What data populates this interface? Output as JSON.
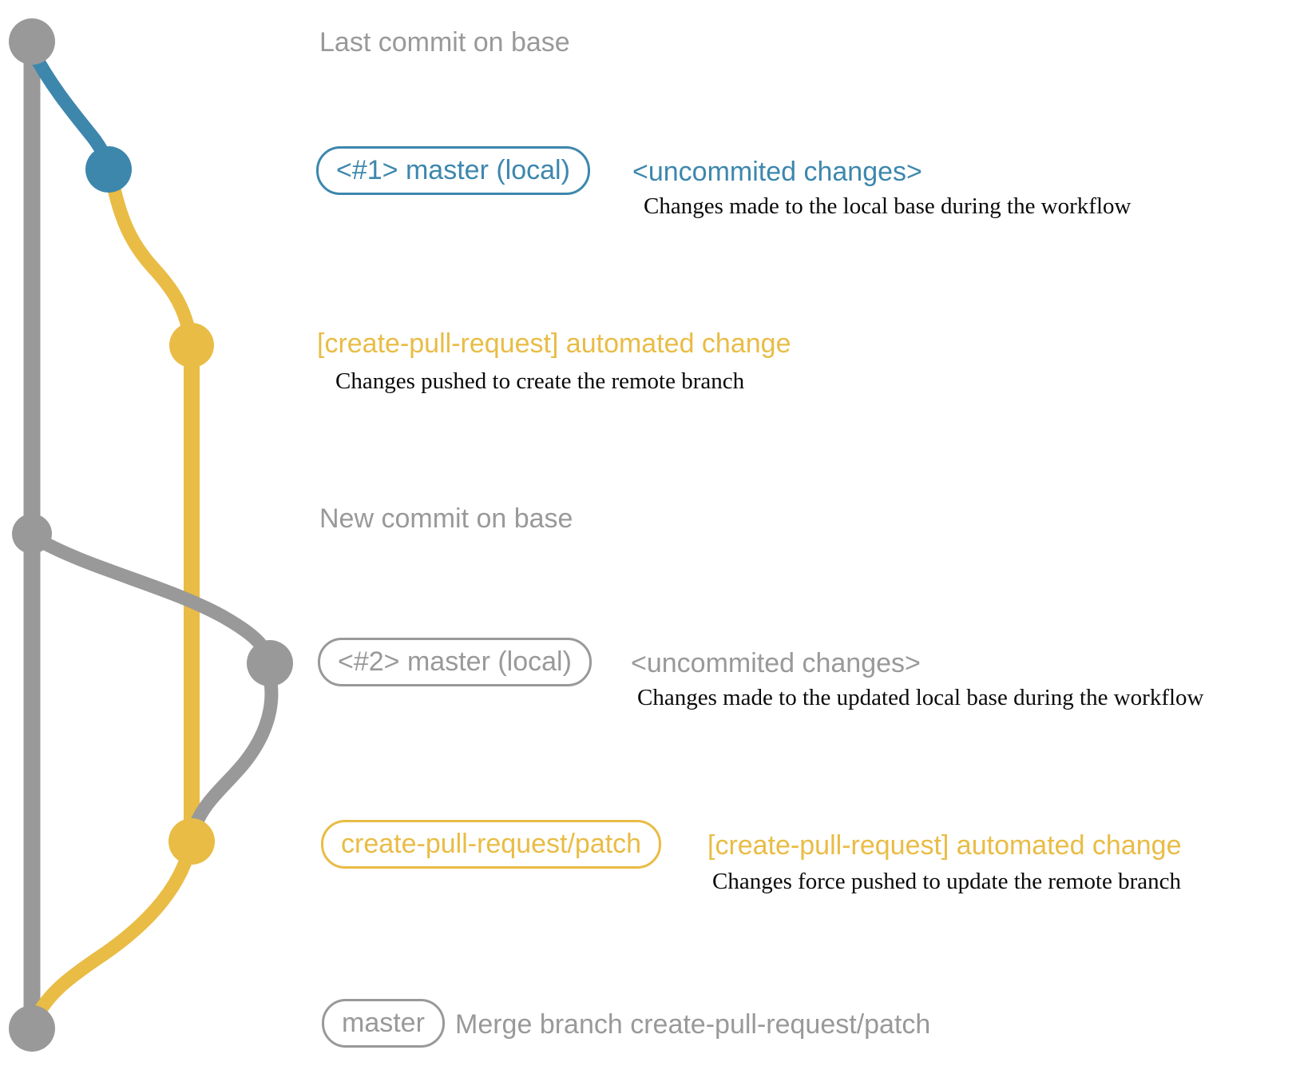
{
  "colors": {
    "bg": "#ffffff",
    "gray": "#999999",
    "blue": "#3d87ad",
    "yellow": "#e9bc45",
    "ink": "#0a0a0a"
  },
  "rows": {
    "last_commit": {
      "label": "Last commit on base"
    },
    "master_local_1": {
      "branch_tag": "<#1> master (local)",
      "annotation": "<uncommited changes>",
      "description": "Changes made to the local base during the workflow"
    },
    "patch_commit_1": {
      "commit_message": "[create-pull-request] automated change",
      "description": "Changes pushed to create the remote branch"
    },
    "new_commit": {
      "label": "New commit on base"
    },
    "master_local_2": {
      "branch_tag": "<#2> master (local)",
      "annotation": "<uncommited changes>",
      "description": "Changes made to the updated local base during the workflow"
    },
    "patch_commit_2": {
      "branch_tag": "create-pull-request/patch",
      "commit_message": "[create-pull-request] automated change",
      "description": "Changes force pushed to update the remote branch"
    },
    "merge_commit": {
      "branch_tag": "master",
      "commit_message": "Merge branch create-pull-request/patch"
    }
  }
}
